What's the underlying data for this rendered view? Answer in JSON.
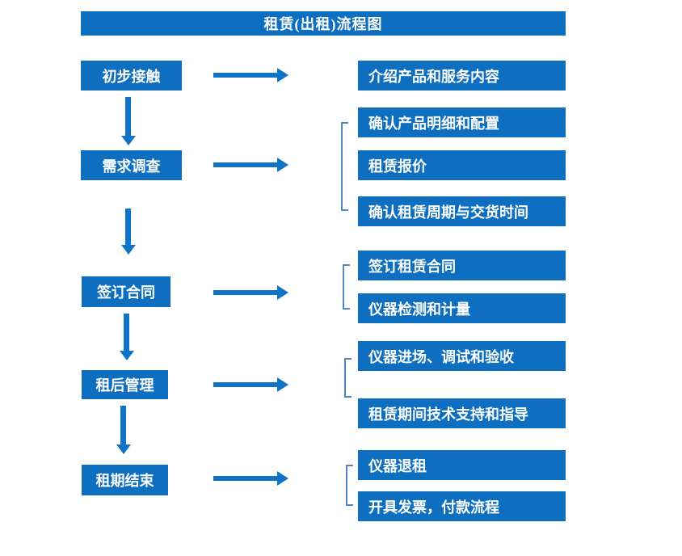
{
  "title": "租赁(出租)流程图",
  "colors": {
    "box_blue": "#0e6fc0",
    "arrow_blue": "#0f73c8",
    "bracket_blue": "#5585bd",
    "text_white": "#ffffff"
  },
  "flow": {
    "steps": [
      {
        "label": "初步接触",
        "outputs": [
          "介绍产品和服务内容"
        ]
      },
      {
        "label": "需求调查",
        "outputs": [
          "确认产品明细和配置",
          "租赁报价",
          "确认租赁周期与交货时间"
        ]
      },
      {
        "label": "签订合同",
        "outputs": [
          "签订租赁合同",
          "仪器检测和计量"
        ]
      },
      {
        "label": "租后管理",
        "outputs": [
          "仪器进场、调试和验收",
          "租赁期间技术支持和指导"
        ]
      },
      {
        "label": "租期结束",
        "outputs": [
          "仪器退租",
          "开具发票，付款流程"
        ]
      }
    ]
  }
}
